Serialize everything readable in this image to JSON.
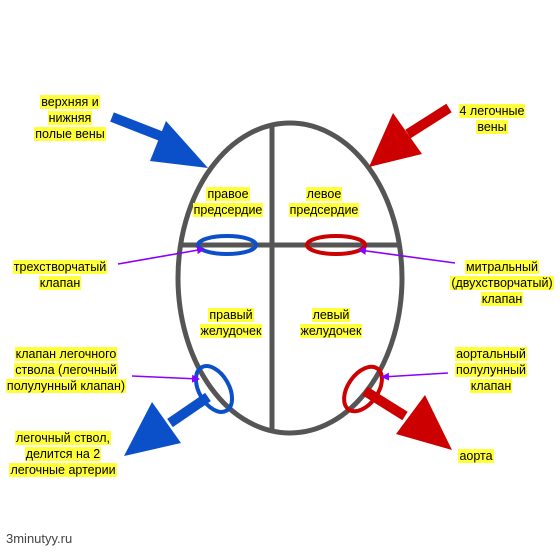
{
  "chambers": {
    "right_atrium": [
      "правое",
      "предсердие"
    ],
    "left_atrium": [
      "левое",
      "предсердие"
    ],
    "right_ventricle": [
      "правый",
      "желудочек"
    ],
    "left_ventricle": [
      "левый",
      "желудочек"
    ]
  },
  "labels": {
    "vena_cava": [
      "верхняя и",
      "нижняя",
      "полые вены"
    ],
    "pulmonary_veins": [
      "4 легочные",
      "вены"
    ],
    "tricuspid": [
      "трехстворчатый",
      "клапан"
    ],
    "mitral": [
      "митральный",
      "(двухстворчатый)",
      "клапан"
    ],
    "pulmonary_valve": [
      "клапан легочного",
      "ствола (легочный",
      "полулунный клапан)"
    ],
    "aortic_valve": [
      "аортальный",
      "полулунный",
      "клапан"
    ],
    "pulmonary_trunk": [
      "легочный ствол,",
      "делится на 2",
      "легочные артерии"
    ],
    "aorta": [
      "аорта"
    ]
  },
  "watermark": "3minutyy.ru",
  "colors": {
    "outline": "#555555",
    "blue": "#0b50c8",
    "red": "#cc0000",
    "pointer": "#8a00ff",
    "highlight": "#ffff3a"
  }
}
